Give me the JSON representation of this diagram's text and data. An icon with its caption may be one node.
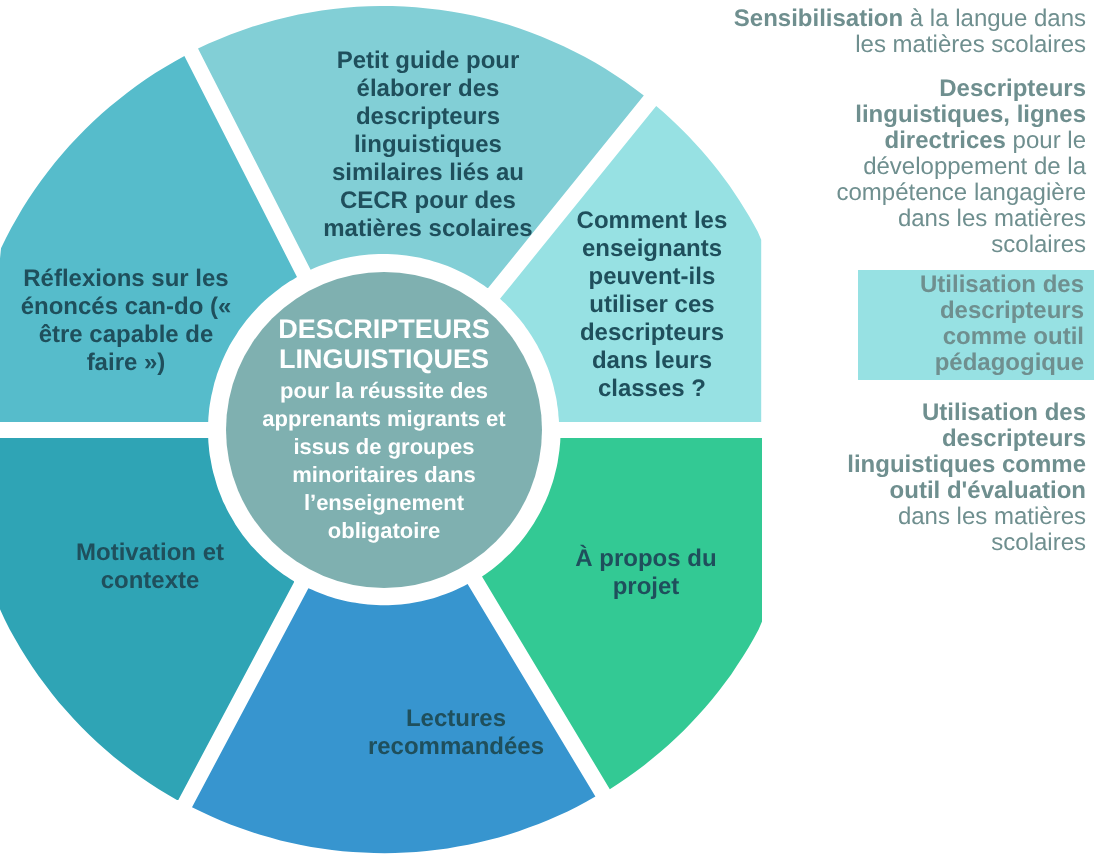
{
  "diagram": {
    "nodes": [
      {
        "text": [
          "Petit guide pour élaborer des descripteurs linguistiques similaires liés au CECR pour des matières scolaires"
        ]
      },
      {
        "text": [
          "Réflexions sur les énoncés can-do (« être capable de faire »)"
        ]
      },
      {
        "text": [
          "Comment les enseignants peuvent-ils utiliser ces descripteurs dans leurs classes ?"
        ]
      },
      {
        "text": [
          "DESCRIPTEURS LINGUISTIQUES",
          "pour la réussite des apprenants migrants et issus de groupes minoritaires dans l’enseignement obligatoire"
        ]
      },
      {
        "text": [
          "Motivation et contexte"
        ]
      },
      {
        "text": [
          "À propos du projet"
        ]
      },
      {
        "text": [
          "Lectures recommandées"
        ]
      }
    ],
    "labels": [
      "**Sensibilisation** à la langue dans les matières scolaires",
      "**Descripteurs linguistiques, lignes directrices** pour le développement de la compétence langagière dans les matières scolaires",
      "Utilisation des descripteurs comme outil pédagogique",
      "**Utilisation des descripteurs linguistiques comme outil d'évaluation** dans les matières scolaires"
    ]
  }
}
